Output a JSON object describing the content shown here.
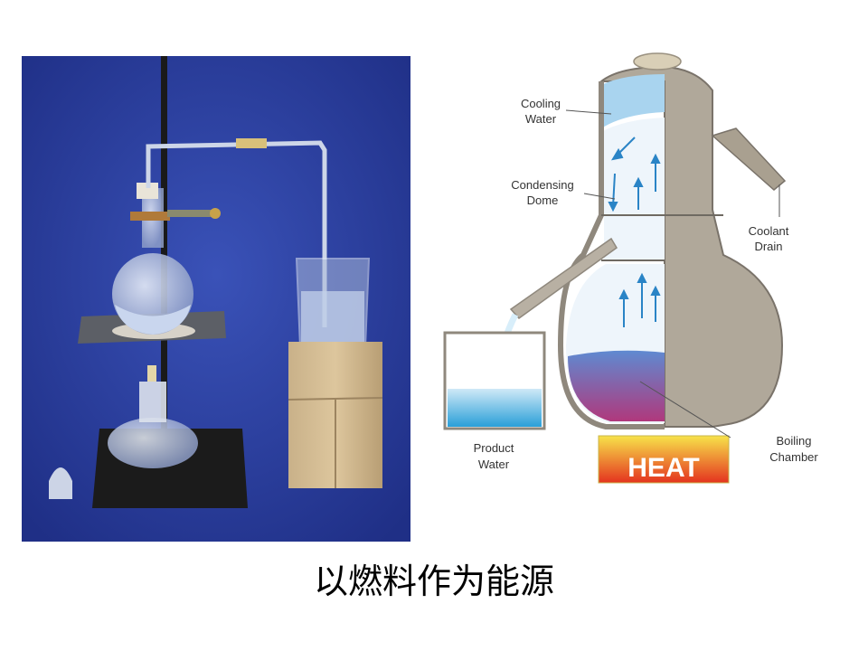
{
  "caption": "以燃料作为能源",
  "diagram": {
    "labels": {
      "cooling_water_1": "Cooling",
      "cooling_water_2": "Water",
      "condensing_dome_1": "Condensing",
      "condensing_dome_2": "Dome",
      "coolant_drain_1": "Coolant",
      "coolant_drain_2": "Drain",
      "product_water_1": "Product",
      "product_water_2": "Water",
      "boiling_chamber_1": "Boiling",
      "boiling_chamber_2": "Chamber",
      "heat": "HEAT"
    }
  },
  "colors": {
    "photo_background": "#2b3fa0",
    "device_body": "#b0a89a",
    "cooling_water": "#a9d4ef",
    "heat_gradient_top": "#f7e34a",
    "heat_gradient_bottom": "#e4331f"
  }
}
